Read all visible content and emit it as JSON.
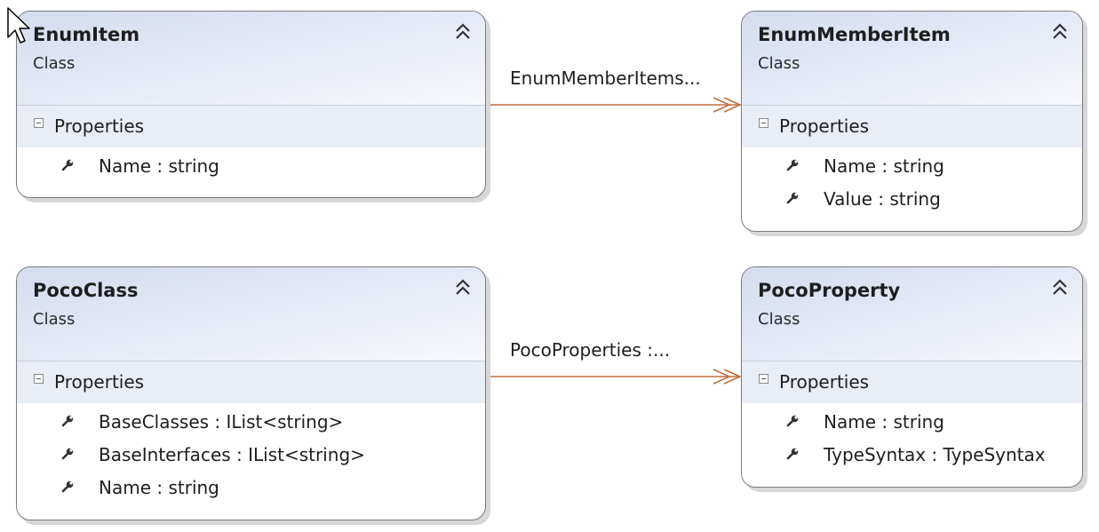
{
  "classes": {
    "enum_item": {
      "name": "EnumItem",
      "kind": "Class",
      "compartment": "Properties",
      "members": [
        "Name : string"
      ]
    },
    "enum_member_item": {
      "name": "EnumMemberItem",
      "kind": "Class",
      "compartment": "Properties",
      "members": [
        "Name : string",
        "Value : string"
      ]
    },
    "poco_class": {
      "name": "PocoClass",
      "kind": "Class",
      "compartment": "Properties",
      "members": [
        "BaseClasses : IList<string>",
        "BaseInterfaces : IList<string>",
        "Name : string"
      ]
    },
    "poco_property": {
      "name": "PocoProperty",
      "kind": "Class",
      "compartment": "Properties",
      "members": [
        "Name : string",
        "TypeSyntax : TypeSyntax"
      ]
    }
  },
  "associations": {
    "enum_member_items": {
      "label": "EnumMemberItems..."
    },
    "poco_properties": {
      "label": "PocoProperties  :..."
    }
  },
  "colors": {
    "association_line": "#c0703f",
    "shape_border": "#7b7b7b",
    "header_gradient_start": "#d4dcef",
    "compartment_bg": "#e9edf6"
  },
  "icons": {
    "collapse": "double-chevron-up-icon",
    "property": "wrench-icon",
    "association": "wrench-icon",
    "compartment_toggle": "minus-box-icon"
  }
}
